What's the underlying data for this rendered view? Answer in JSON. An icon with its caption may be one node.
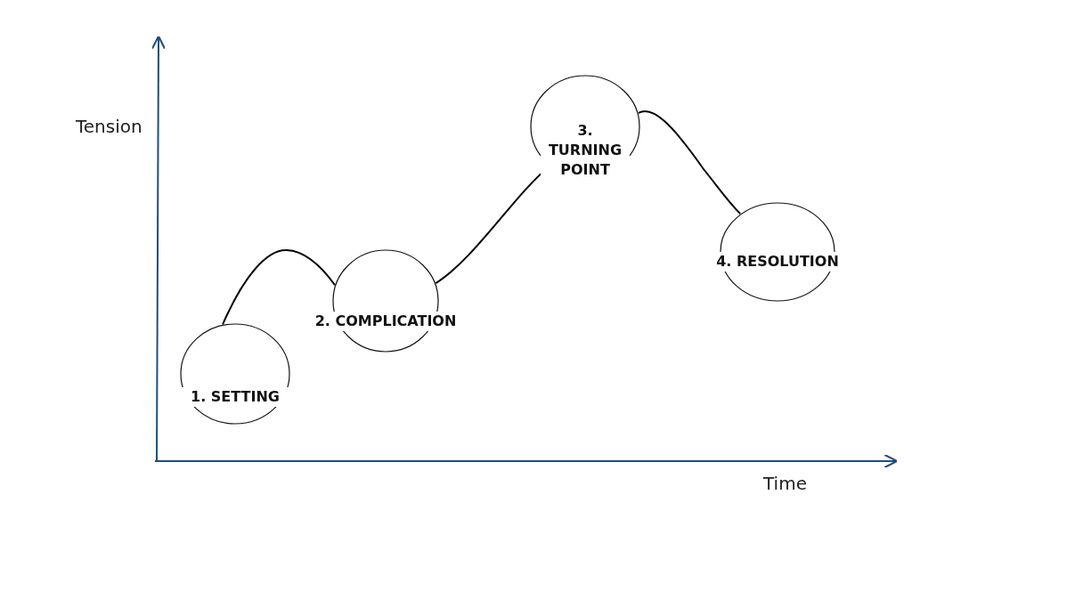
{
  "diagram": {
    "nodes": [
      {
        "text": [
          "1. SETTING"
        ]
      },
      {
        "text": [
          "2. COMPLICATION"
        ]
      },
      {
        "text": [
          "3. TURNING POINT"
        ]
      },
      {
        "text": [
          "4. RESOLUTION"
        ]
      }
    ],
    "edges": [
      {
        "from": 0,
        "to": 1,
        "arrow": "none"
      },
      {
        "from": 1,
        "to": 2,
        "arrow": "none"
      },
      {
        "from": 2,
        "to": 3,
        "arrow": "none"
      }
    ],
    "labels": [
      "Tension",
      "Time"
    ]
  }
}
